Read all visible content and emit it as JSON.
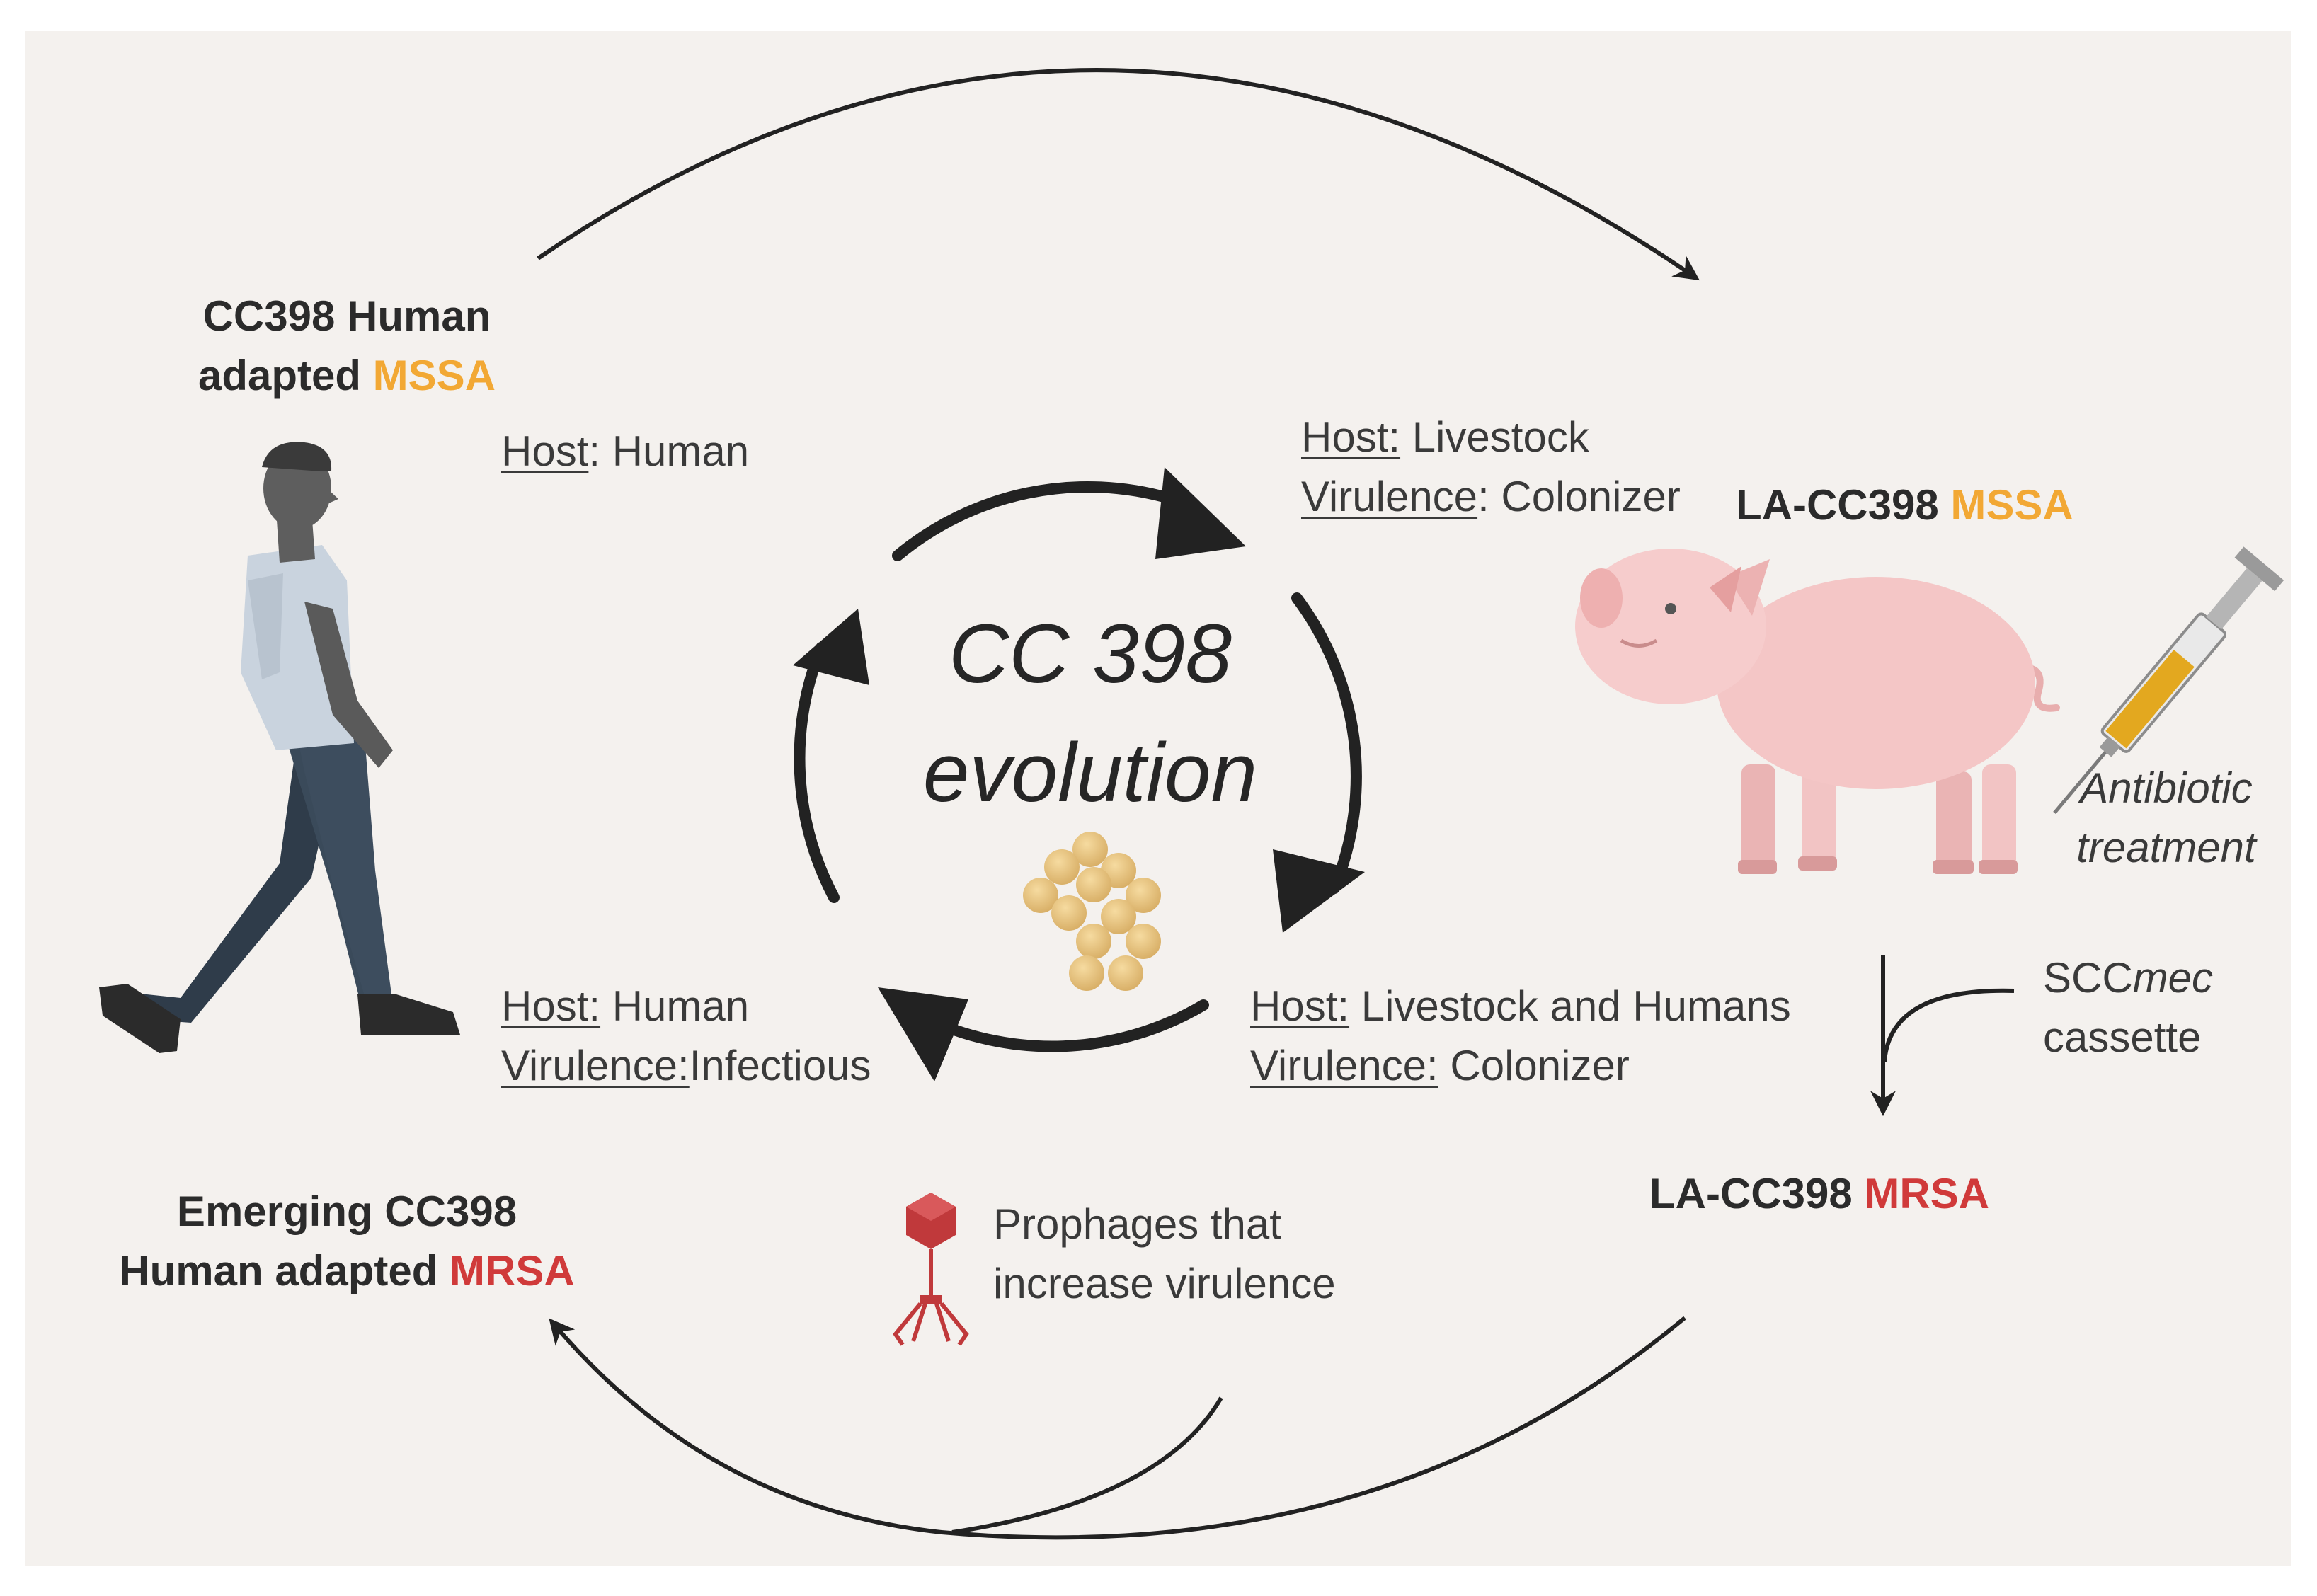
{
  "labels": {
    "human_mssa_line1": "CC398 Human",
    "human_mssa_line2_prefix": "adapted ",
    "mssa": "MSSA",
    "host_word": "Host",
    "host_colon": ":",
    "host_underlined_colon": "Host:",
    "virulence_underlined": "Virulence",
    "virulence_underlined_colon": "Virulence:",
    "human": "Human",
    "livestock": "Livestock",
    "colonizer_with_colon": ": Colonizer",
    "colonizer": "Colonizer",
    "infectious": "Infectious",
    "livestock_and_humans": "Livestock and Humans",
    "la_cc398_prefix": "LA-CC398 ",
    "mrsa": "MRSA",
    "antibiotic_line1": "Antibiotic",
    "antibiotic_line2": "treatment",
    "scc_prefix": "SCC",
    "scc_mec": "mec",
    "cassette": "cassette",
    "emerging_line1": "Emerging CC398",
    "emerging_line2_prefix": "Human adapted ",
    "prophage_line1": "Prophages that",
    "prophage_line2": "increase virulence",
    "cycle_title_line1": "CC 398",
    "cycle_title_line2": "evolution"
  },
  "colors": {
    "panel": "#f4f1ee",
    "mssa": "#f2a834",
    "mrsa": "#d03a3a",
    "arrow": "#222222",
    "text": "#3a3a3a"
  },
  "icons": [
    "walking-person-icon",
    "pig-icon",
    "syringe-icon",
    "bacteria-cluster-icon",
    "bacteriophage-icon"
  ]
}
